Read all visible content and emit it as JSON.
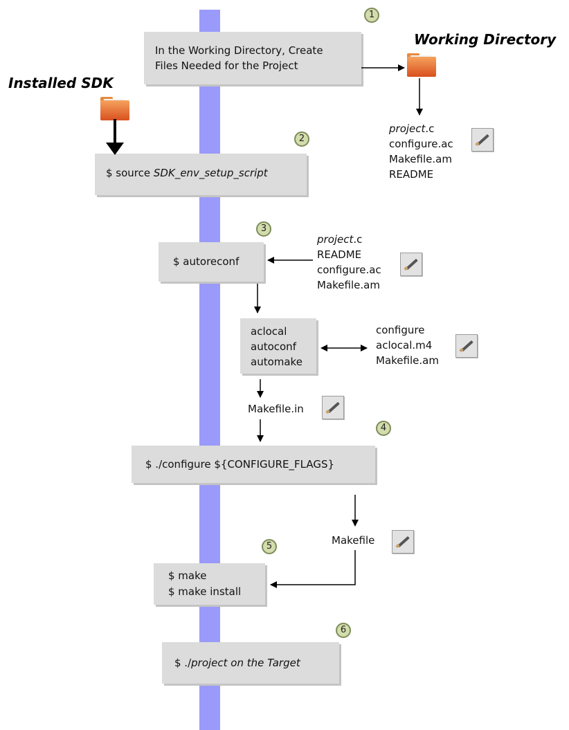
{
  "headings": {
    "installed_sdk": "Installed SDK",
    "working_directory": "Working Directory"
  },
  "steps": [
    {
      "num": "1",
      "lines": [
        "In the Working Directory, Create",
        "Files Needed for the Project"
      ]
    },
    {
      "num": "2",
      "prefix": "$ source ",
      "italic": "SDK_env_setup_script"
    },
    {
      "num": "3",
      "text": "$ autoreconf"
    },
    {
      "num": "4",
      "text": "$ ./configure ${CONFIGURE_FLAGS}"
    },
    {
      "num": "5",
      "lines": [
        "$ make",
        "$ make install"
      ]
    },
    {
      "num": "6",
      "prefix": "$ ./",
      "italic": "project on the Target"
    }
  ],
  "tools_box": {
    "lines": [
      "aclocal",
      "autoconf",
      "automake"
    ]
  },
  "file_lists": {
    "working_dir": {
      "first_italic": "project",
      "first_suffix": ".c",
      "rest": [
        "configure.ac",
        "Makefile.am",
        "README"
      ]
    },
    "autoreconf_input": {
      "first_italic": "project",
      "first_suffix": ".c",
      "rest": [
        "README",
        "configure.ac",
        "Makefile.am"
      ]
    },
    "tools_output": [
      "configure",
      "aclocal.m4",
      "Makefile.am"
    ]
  },
  "files": {
    "makefile_in": "Makefile.in",
    "makefile": "Makefile"
  },
  "icons": {
    "folder": "folder-icon",
    "document": "document-edit-icon"
  },
  "colors": {
    "spine": "#9a9afa",
    "box": "#dcdcdc",
    "badge": "#d3dcac",
    "folder": "#e8722f"
  }
}
